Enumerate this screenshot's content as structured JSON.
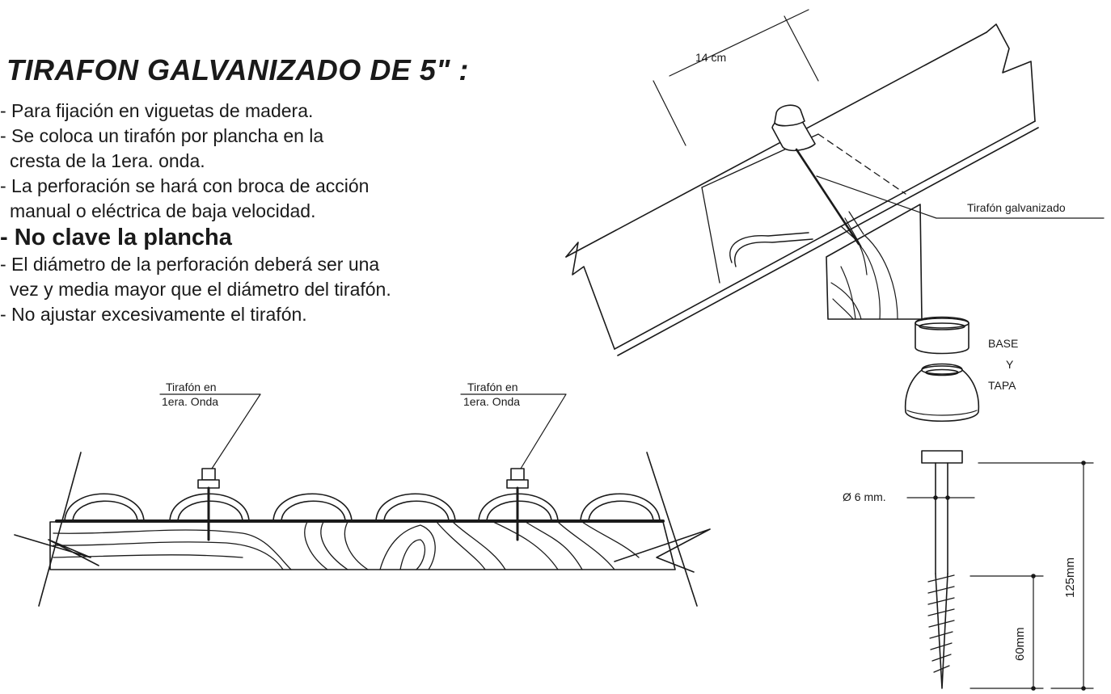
{
  "title": "TIRAFON GALVANIZADO DE 5\" :",
  "bullets": [
    "- Para fijación en viguetas de madera.",
    "- Se coloca un tirafón por plancha en la",
    "cresta de la 1era. onda.",
    "- La perforación se hará con broca de acción",
    "manual o eléctrica de baja velocidad.",
    "- No clave la plancha",
    "- El diámetro de la perforación deberá ser una",
    "vez y media mayor que el diámetro del tirafón.",
    "- No ajustar excesivamente el tirafón."
  ],
  "labels": {
    "tirafon_1_line1": "Tirafón en",
    "tirafon_1_line2": "1era. Onda",
    "tirafon_2_line1": "Tirafón en",
    "tirafon_2_line2": "1era. Onda",
    "dim_14cm": "14 cm",
    "tirafon_galvanizado": "Tirafón galvanizado",
    "base": "BASE",
    "y": "Y",
    "tapa": "TAPA",
    "diameter": "Ø  6 mm.",
    "length_125": "125mm",
    "length_60": "60mm"
  }
}
